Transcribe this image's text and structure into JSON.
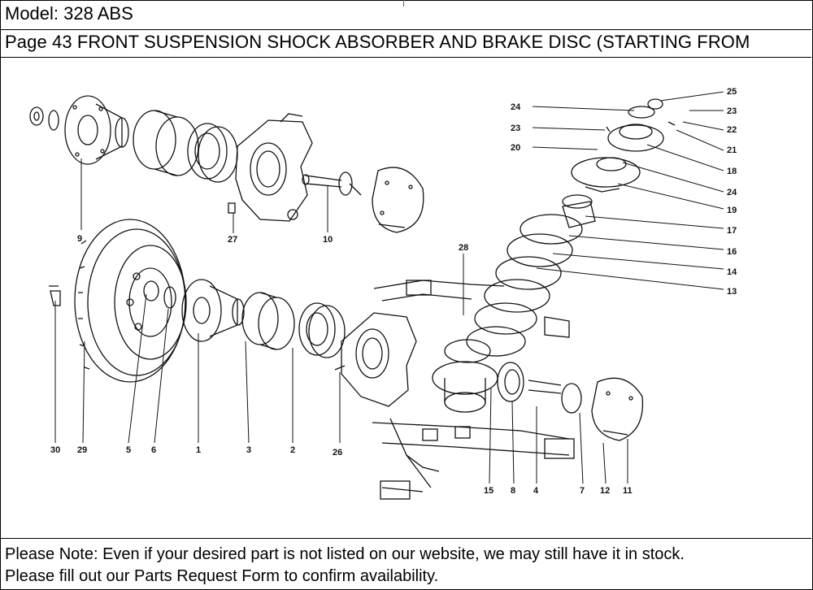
{
  "header": {
    "model": "Model: 328 ABS",
    "page": "Page 43  FRONT SUSPENSION  SHOCK ABSORBER AND BRAKE DISC (STARTING FROM"
  },
  "diagram": {
    "callouts": {
      "c1": "1",
      "c2": "2",
      "c3": "3",
      "c4": "4",
      "c5": "5",
      "c6": "6",
      "c7": "7",
      "c8": "8",
      "c9": "9",
      "c10": "10",
      "c11": "11",
      "c12": "12",
      "c13": "13",
      "c14": "14",
      "c15": "15",
      "c16": "16",
      "c17": "17",
      "c18": "18",
      "c19": "19",
      "c20": "20",
      "c21": "21",
      "c22": "22",
      "c23a": "23",
      "c23b": "23",
      "c24a": "24",
      "c24b": "24",
      "c25": "25",
      "c26": "26",
      "c27": "27",
      "c28": "28",
      "c29": "29",
      "c30": "30"
    }
  },
  "footer": {
    "line1": "Please Note: Even if your desired part is not listed on our website, we may still have it in stock.",
    "line2": "Please fill out our Parts Request Form to confirm availability."
  }
}
